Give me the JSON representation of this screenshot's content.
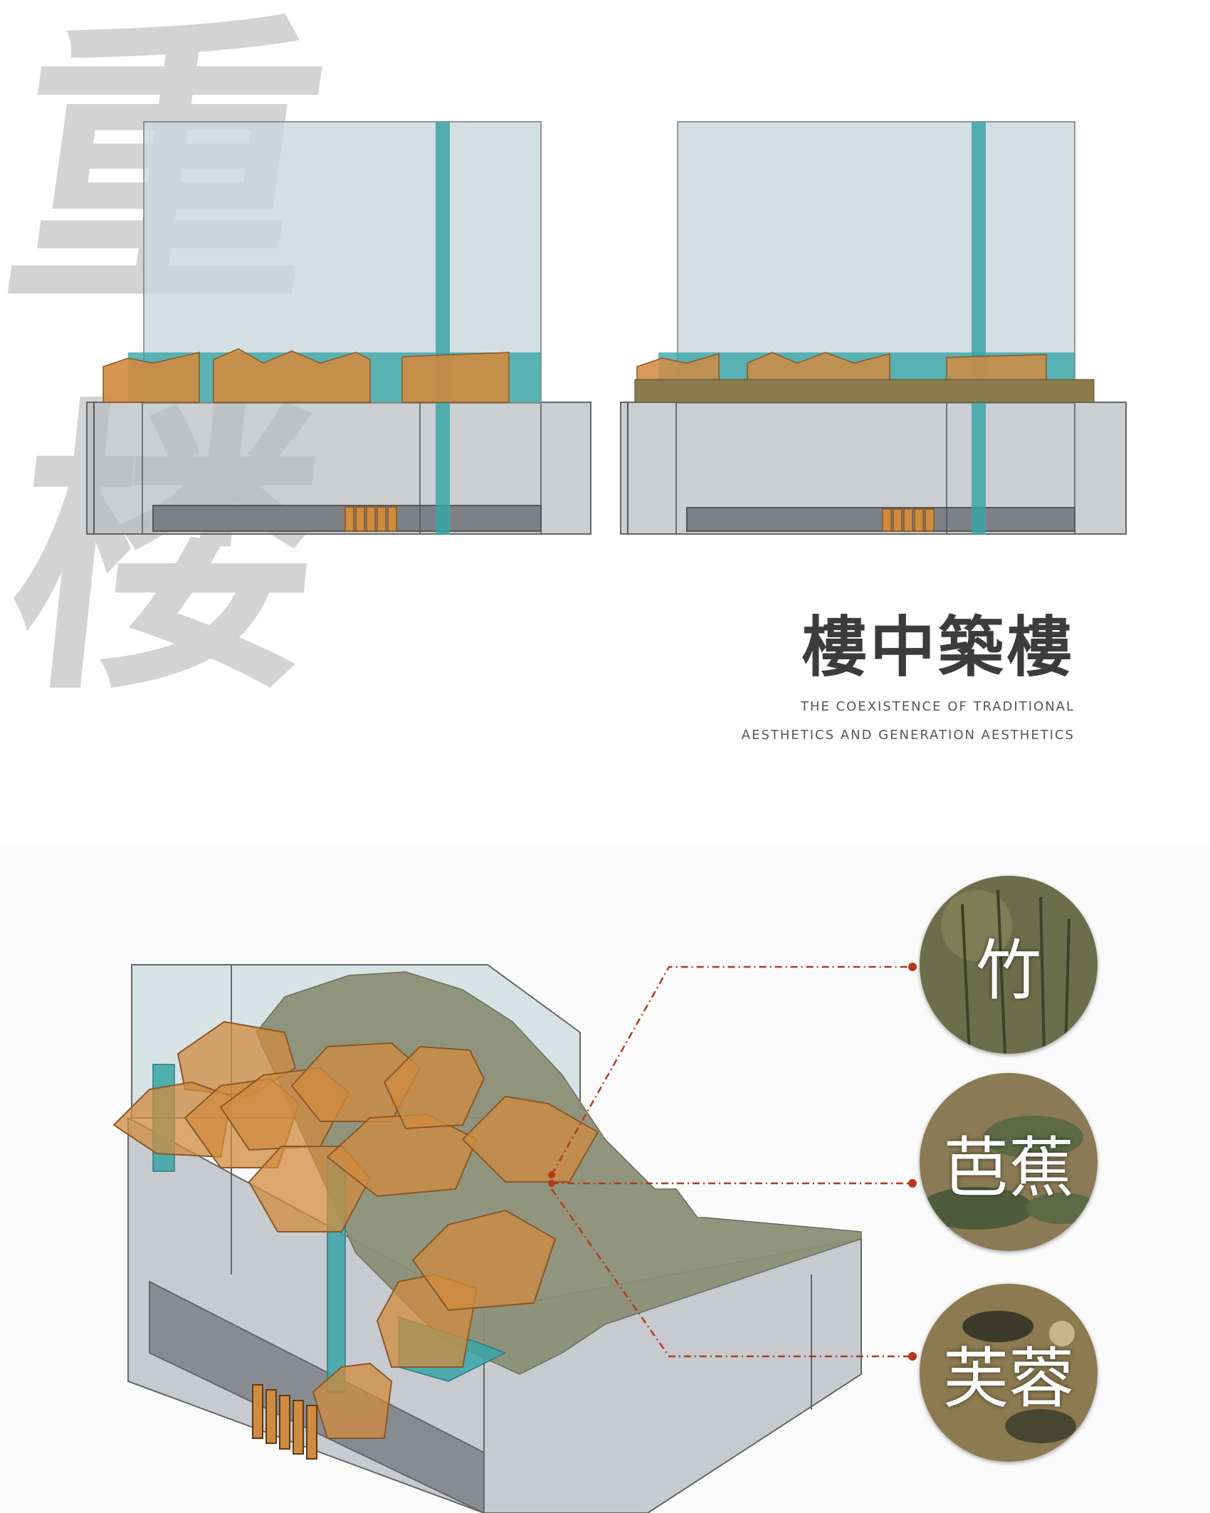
{
  "title": {
    "char_1": "重",
    "char_2": "楼",
    "subtitle_zh": "樓中築樓",
    "subtitle_en_line1": "THE COEXISTENCE OF TRADITIONAL",
    "subtitle_en_line2": "AESTHETICS AND GENERATION AESTHETICS"
  },
  "callouts": [
    {
      "label": "竹",
      "icon": "bamboo-painting-icon"
    },
    {
      "label": "芭蕉",
      "icon": "banana-leaf-painting-icon"
    },
    {
      "label": "芙蓉",
      "icon": "hibiscus-painting-icon"
    }
  ],
  "colors": {
    "glass": "#c8d7db",
    "teal": "#3aa5a8",
    "timber": "#d08b3f",
    "podium": "#b5babf",
    "roof_garden": "#8c8f76",
    "leader_line": "#b33a1f",
    "big_char": "#d3d3d3"
  }
}
